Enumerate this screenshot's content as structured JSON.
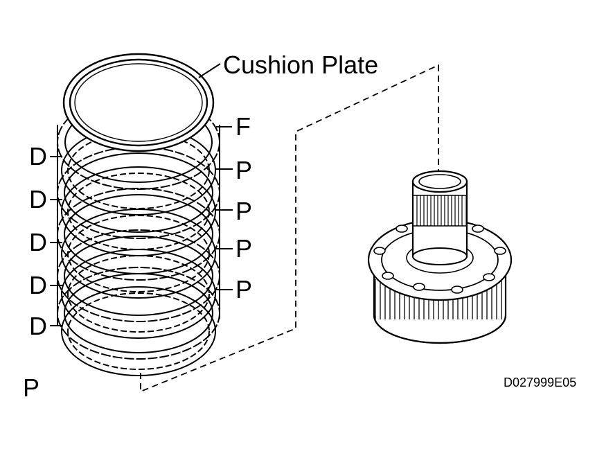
{
  "labels": {
    "cushion_plate": "Cushion Plate",
    "flange": "F",
    "disc": [
      "D",
      "D",
      "D",
      "D",
      "D"
    ],
    "plate": [
      "P",
      "P",
      "P",
      "P"
    ],
    "corner_p": "P",
    "drawing_code": "D027999E05"
  }
}
